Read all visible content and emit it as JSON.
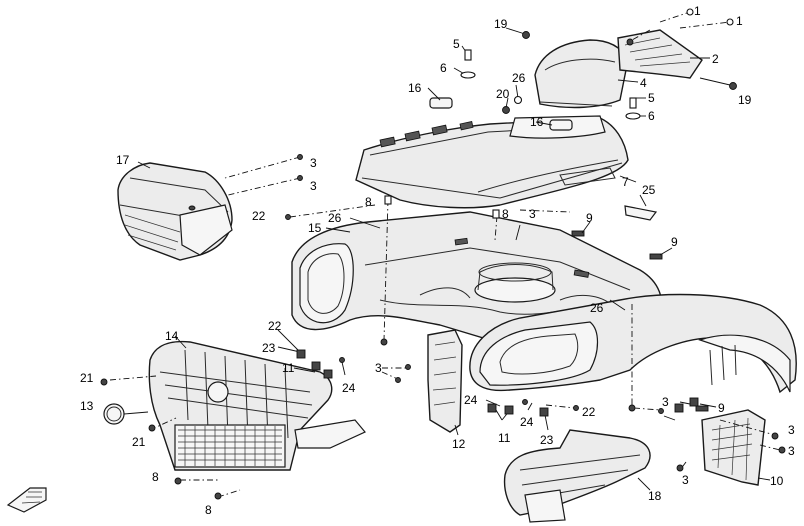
{
  "callouts": [
    {
      "id": "c1a",
      "text": "1"
    },
    {
      "id": "c1b",
      "text": "1"
    },
    {
      "id": "c2",
      "text": "2"
    },
    {
      "id": "c3a",
      "text": "3"
    },
    {
      "id": "c3b",
      "text": "3"
    },
    {
      "id": "c3c",
      "text": "3"
    },
    {
      "id": "c3d",
      "text": "3"
    },
    {
      "id": "c3e",
      "text": "3"
    },
    {
      "id": "c3f",
      "text": "3"
    },
    {
      "id": "c3g",
      "text": "3"
    },
    {
      "id": "c3h",
      "text": "3"
    },
    {
      "id": "c4",
      "text": "4"
    },
    {
      "id": "c5a",
      "text": "5"
    },
    {
      "id": "c5b",
      "text": "5"
    },
    {
      "id": "c6a",
      "text": "6"
    },
    {
      "id": "c6b",
      "text": "6"
    },
    {
      "id": "c7",
      "text": "7"
    },
    {
      "id": "c8a",
      "text": "8"
    },
    {
      "id": "c8b",
      "text": "8"
    },
    {
      "id": "c8c",
      "text": "8"
    },
    {
      "id": "c8d",
      "text": "8"
    },
    {
      "id": "c9a",
      "text": "9"
    },
    {
      "id": "c9b",
      "text": "9"
    },
    {
      "id": "c9c",
      "text": "9"
    },
    {
      "id": "c10",
      "text": "10"
    },
    {
      "id": "c11a",
      "text": "11"
    },
    {
      "id": "c11b",
      "text": "11"
    },
    {
      "id": "c12",
      "text": "12"
    },
    {
      "id": "c13",
      "text": "13"
    },
    {
      "id": "c14",
      "text": "14"
    },
    {
      "id": "c15",
      "text": "15"
    },
    {
      "id": "c16a",
      "text": "16"
    },
    {
      "id": "c16b",
      "text": "16"
    },
    {
      "id": "c17",
      "text": "17"
    },
    {
      "id": "c18",
      "text": "18"
    },
    {
      "id": "c19a",
      "text": "19"
    },
    {
      "id": "c19b",
      "text": "19"
    },
    {
      "id": "c20",
      "text": "20"
    },
    {
      "id": "c21a",
      "text": "21"
    },
    {
      "id": "c21b",
      "text": "21"
    },
    {
      "id": "c22a",
      "text": "22"
    },
    {
      "id": "c22b",
      "text": "22"
    },
    {
      "id": "c22c",
      "text": "22"
    },
    {
      "id": "c23a",
      "text": "23"
    },
    {
      "id": "c23b",
      "text": "23"
    },
    {
      "id": "c24a",
      "text": "24"
    },
    {
      "id": "c24b",
      "text": "24"
    },
    {
      "id": "c24c",
      "text": "24"
    },
    {
      "id": "c25",
      "text": "25"
    },
    {
      "id": "c26a",
      "text": "26"
    },
    {
      "id": "c26b",
      "text": "26"
    },
    {
      "id": "c26c",
      "text": "26"
    }
  ]
}
